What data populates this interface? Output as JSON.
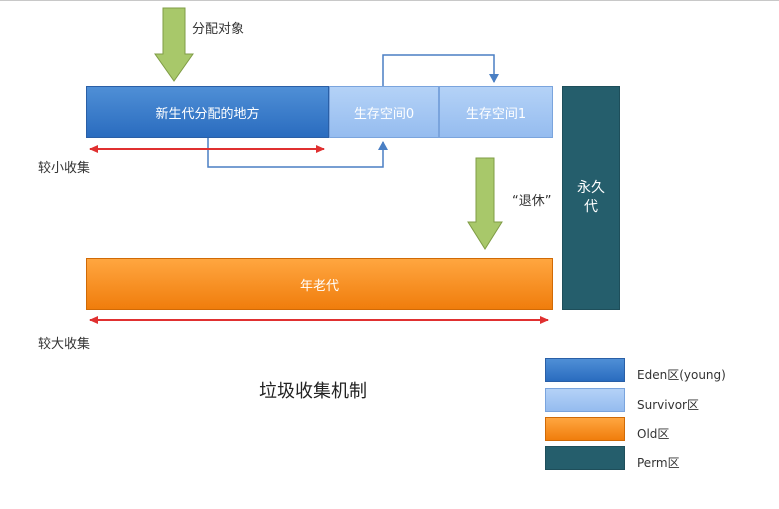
{
  "top_label": "分配对象",
  "eden_label": "新生代分配的地方",
  "survivor0_label": "生存空间0",
  "survivor1_label": "生存空间1",
  "minor_gc_label": "较小收集",
  "retire_label": "“退休”",
  "perm_line1": "永久",
  "perm_line2": "代",
  "old_label": "年老代",
  "major_gc_label": "较大收集",
  "diagram_title": "垃圾收集机制",
  "legend": [
    {
      "label": "Eden区(young)",
      "color": "#3a7cca"
    },
    {
      "label": "Survivor区",
      "color": "#a6c8f2"
    },
    {
      "label": "Old区",
      "color": "#f78e1e"
    },
    {
      "label": "Perm区",
      "color": "#255e6c"
    }
  ],
  "colors": {
    "eden": "#3a7cca",
    "survivor": "#a6c8f2",
    "old": "#f78e1e",
    "perm": "#255e6c",
    "down_arrow": "#a8c86a",
    "flow_arrow": "#4a7fc4",
    "gc_range": "#e03030"
  }
}
